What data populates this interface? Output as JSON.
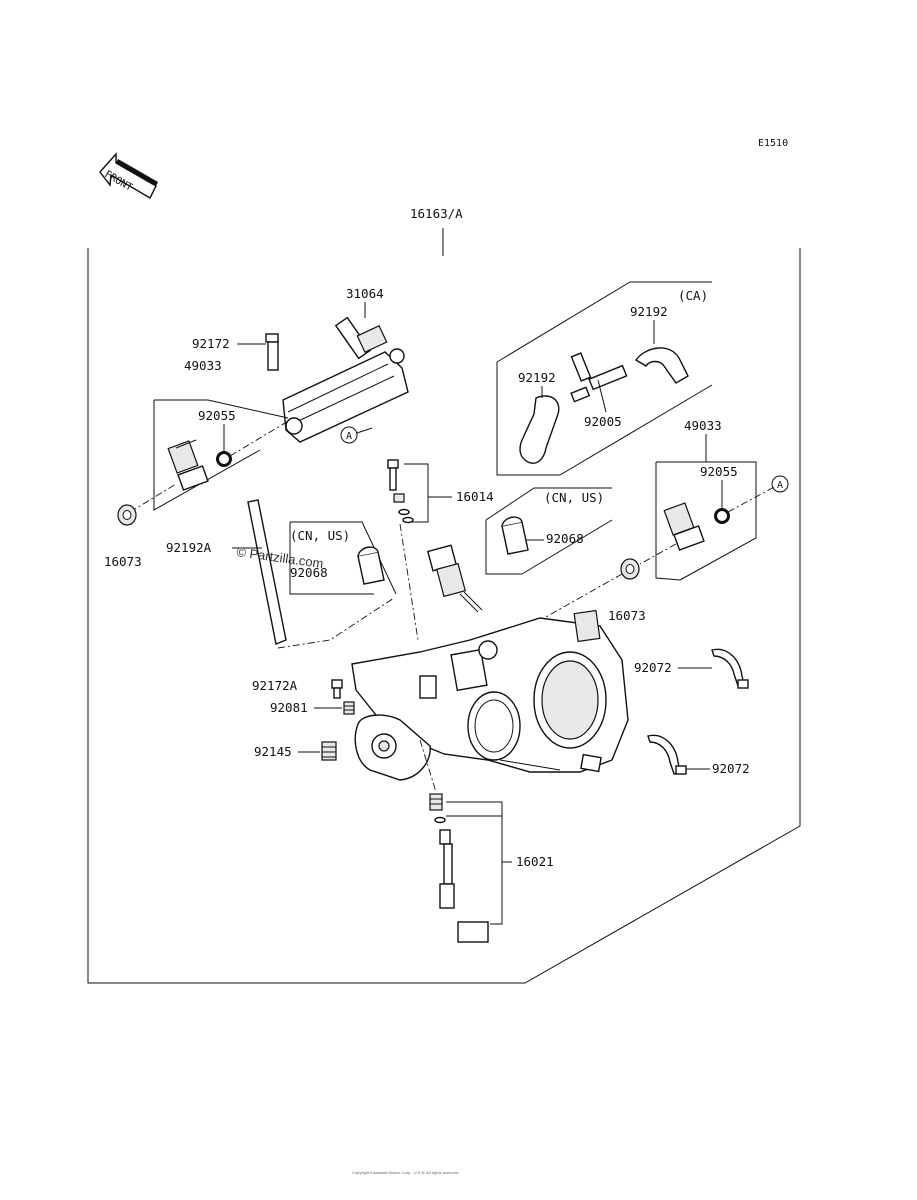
{
  "diagram_code": "E1510",
  "front_arrow_label": "FRONT",
  "watermark": "© Partzilla.com",
  "callout_letter": "A",
  "footer_text": "Copyright Kawasaki Motors Corp., U.S.A. All rights reserved.",
  "parts": {
    "assembly": "16163/A",
    "delivery_pipe": "31064",
    "bolt_upper": "92172",
    "injector_left": "49033",
    "oring_left": "92055",
    "grommet_left": "16073",
    "hose_left": "92192A",
    "cap_left": "92068",
    "bolt_lower": "92172A",
    "spring_small": "92081",
    "spring_large": "92145",
    "screw_set_upper": "16014",
    "cap_right": "92068",
    "injector_right": "49033",
    "oring_right": "92055",
    "grommet_right": "16073",
    "clamp_upper": "92072",
    "clamp_lower": "92072",
    "screw_set_lower": "16021",
    "ca_hose_upper": "92192",
    "ca_hose_lower": "92192",
    "ca_joint": "92005"
  },
  "region_tags": {
    "ca": "(CA)",
    "cn_us_left": "(CN, US)",
    "cn_us_right": "(CN, US)"
  }
}
